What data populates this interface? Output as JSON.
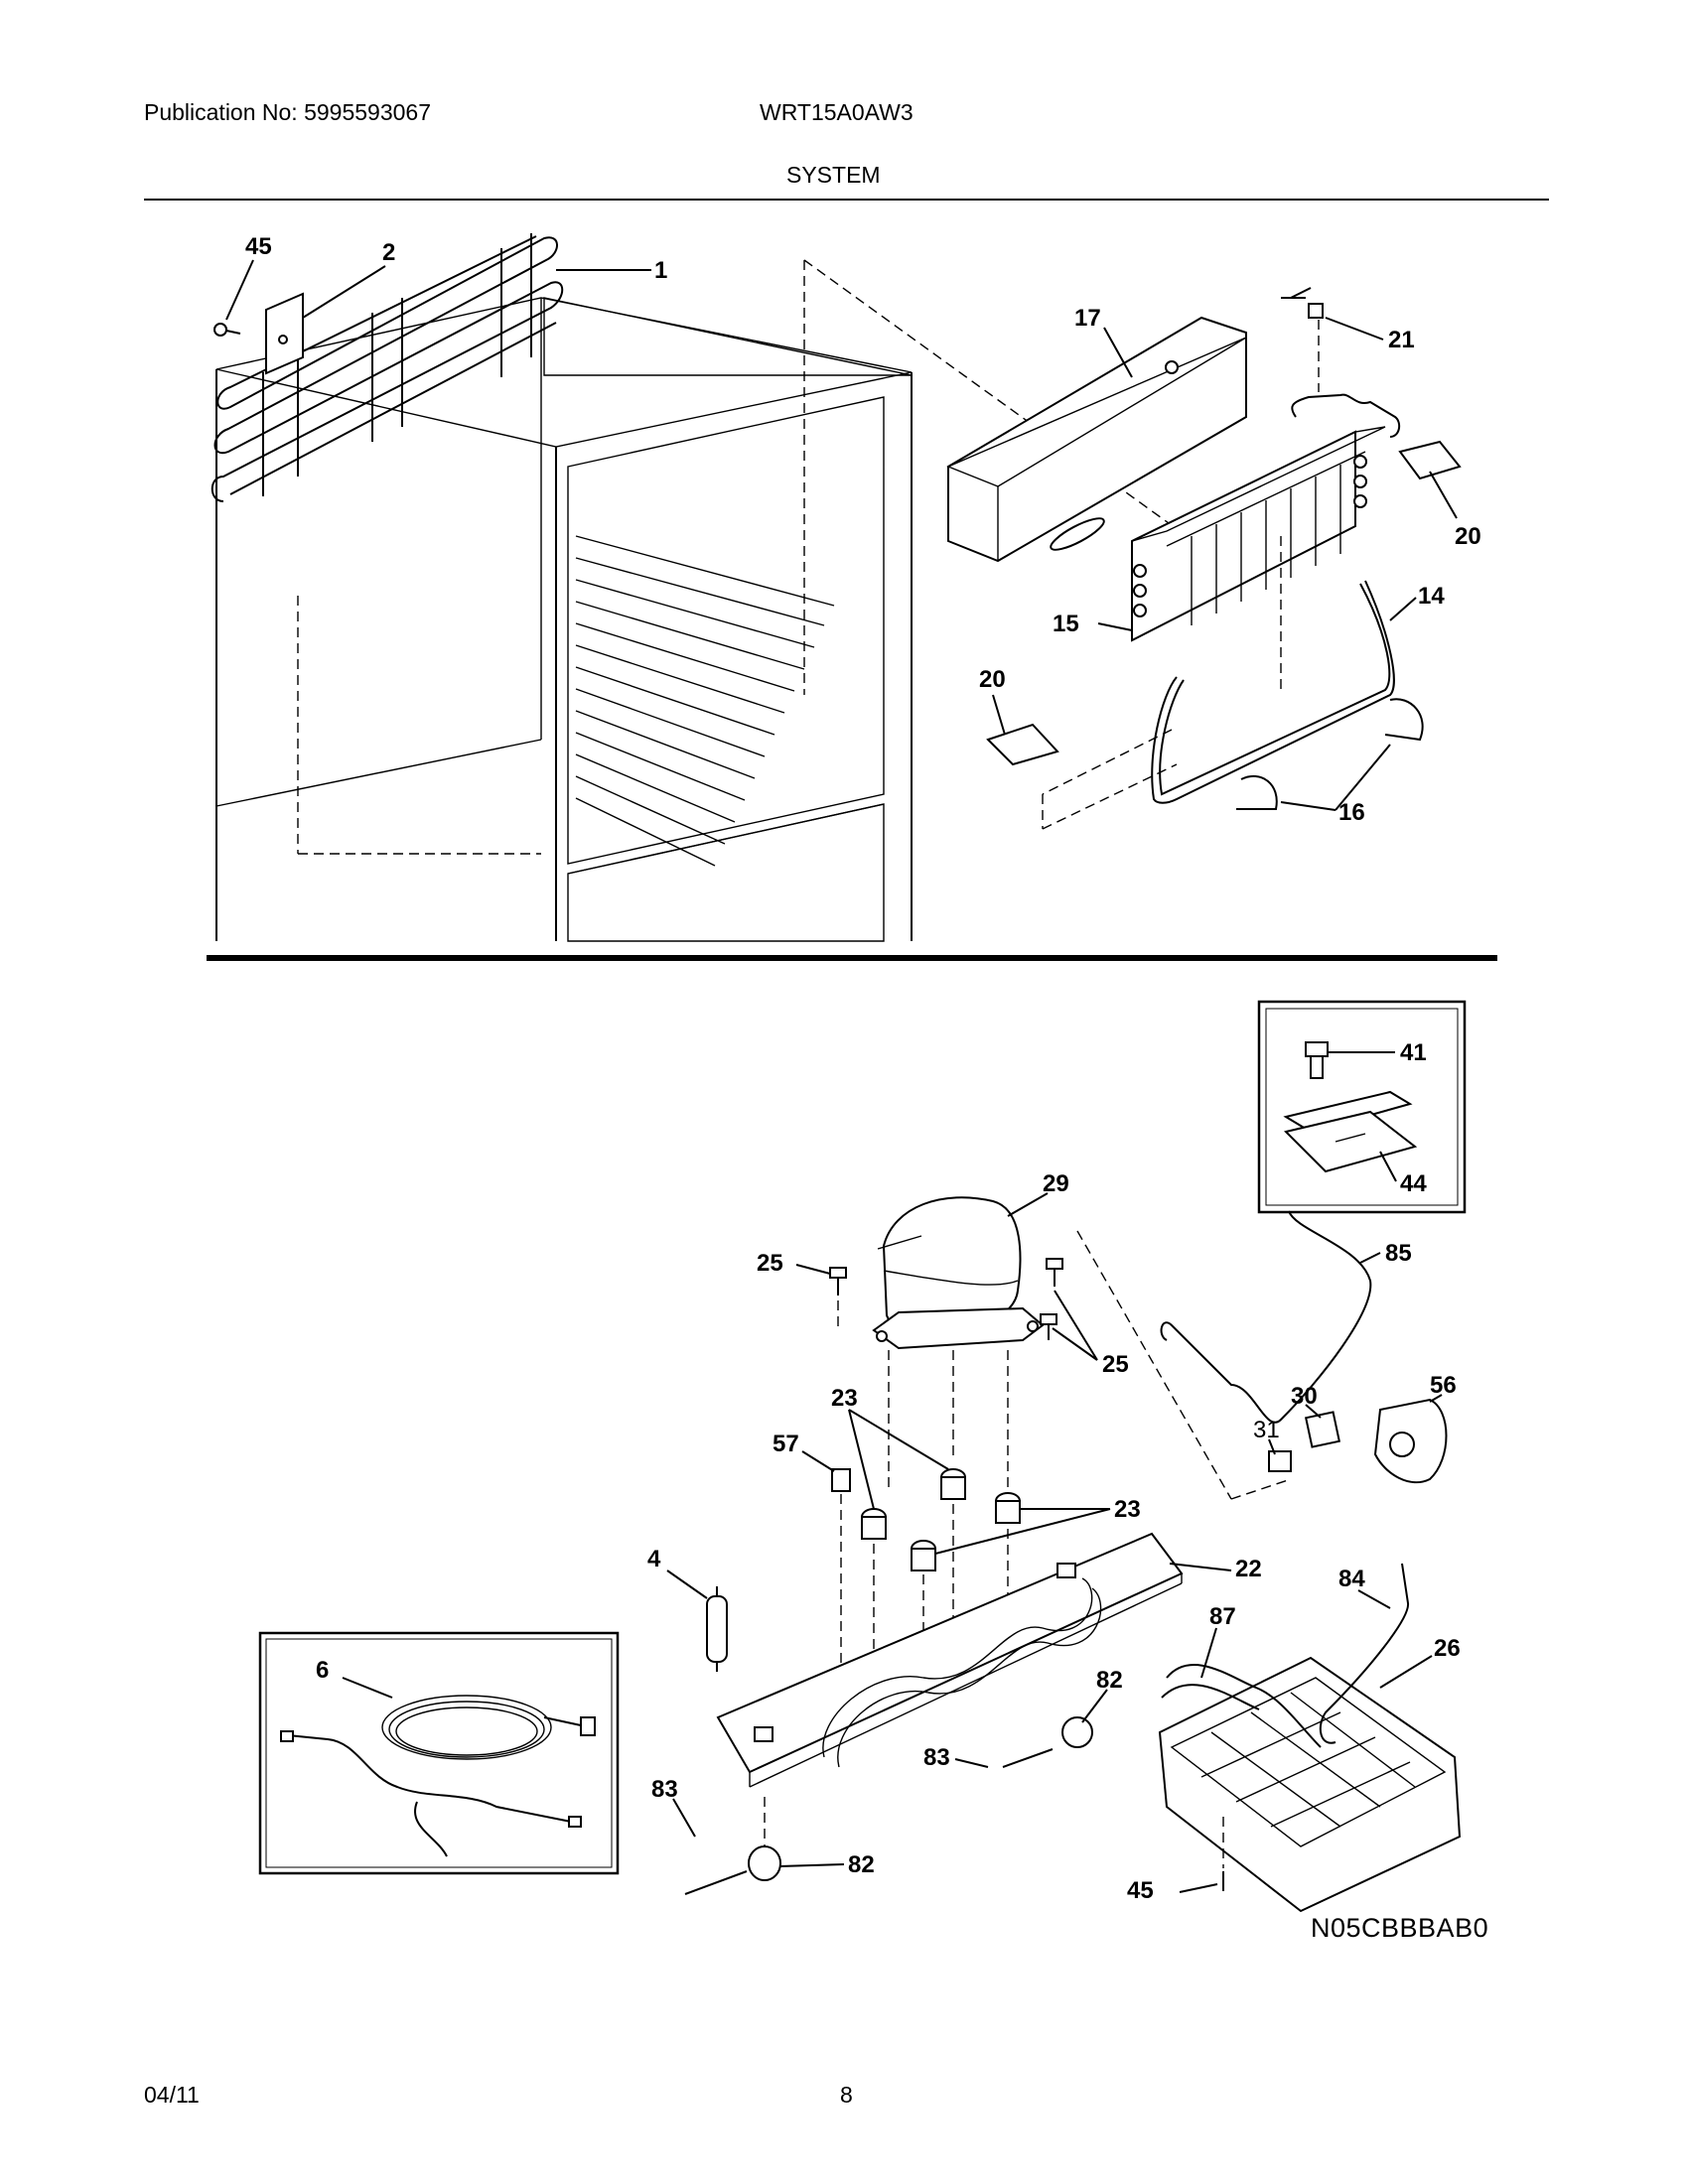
{
  "header": {
    "publication": "Publication No: 5995593067",
    "model": "WRT15A0AW3",
    "section": "SYSTEM"
  },
  "callouts": {
    "c45a": "45",
    "c2": "2",
    "c1": "1",
    "c17": "17",
    "c21": "21",
    "c20a": "20",
    "c14": "14",
    "c15": "15",
    "c20b": "20",
    "c16": "16",
    "c41": "41",
    "c44": "44",
    "c29": "29",
    "c85": "85",
    "c25a": "25",
    "c25b": "25",
    "c30": "30",
    "c56": "56",
    "c31": "31",
    "c23a": "23",
    "c57": "57",
    "c23b": "23",
    "c4": "4",
    "c22": "22",
    "c84": "84",
    "c26": "26",
    "c6": "6",
    "c87": "87",
    "c82a": "82",
    "c83a": "83",
    "c83b": "83",
    "c82b": "82",
    "c45b": "45"
  },
  "diagram_code": "N05CBBBAB0",
  "footer": {
    "date": "04/11",
    "page": "8"
  }
}
